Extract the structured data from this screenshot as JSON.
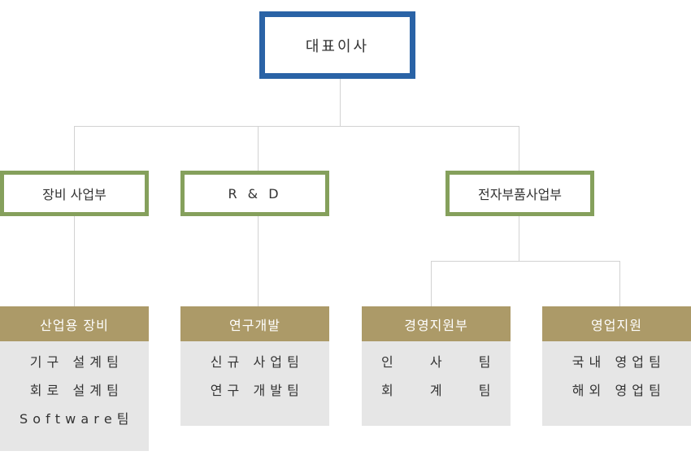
{
  "ceo": {
    "label": "대표이사"
  },
  "divisions": [
    {
      "label": "장비 사업부"
    },
    {
      "label": "R & D"
    },
    {
      "label": "전자부품사업부"
    }
  ],
  "teams": [
    {
      "title": "산업용 장비",
      "items": [
        "기 구   설 계 팀",
        "회 로   설 계 팀",
        "S o f t w a r e 팀"
      ]
    },
    {
      "title": "연구개발",
      "items": [
        "신 규   사 업 팀",
        "연 구   개 발 팀"
      ]
    },
    {
      "title": "경영지원부",
      "items": [
        "인        사        팀",
        "회        계        팀"
      ]
    },
    {
      "title": "영업지원",
      "items": [
        "국 내   영 업 팀",
        "해 외   영 업 팀"
      ]
    }
  ],
  "colors": {
    "ceo_border": "#2a63a6",
    "division_border": "#85a05c",
    "team_header": "#ac9a68",
    "team_body": "#e6e6e6",
    "connector": "#d2d2d2"
  }
}
